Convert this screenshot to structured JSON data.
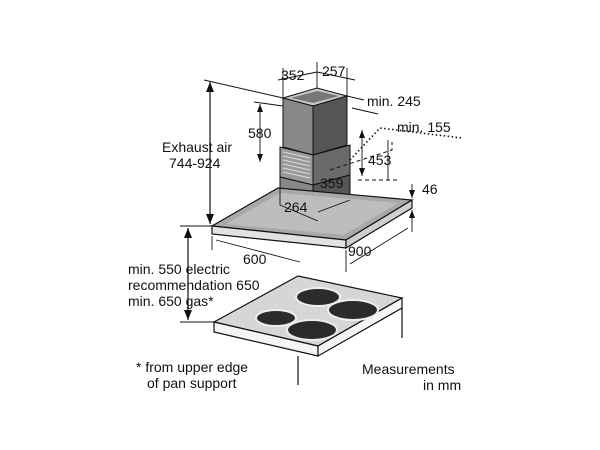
{
  "labels": {
    "chimney_depth": "352",
    "chimney_width": "257",
    "min_245": "min. 245",
    "min_155": "min. 155",
    "exhaust_air_title": "Exhaust air",
    "exhaust_air_range": "744-924",
    "dim_580": "580",
    "dim_453": "453",
    "dim_359": "359",
    "dim_264": "264",
    "dim_46": "46",
    "canopy_width": "900",
    "canopy_depth": "600",
    "min_550_electric": "min. 550 electric",
    "recommendation_650": "recommendation 650",
    "min_650_gas": "min. 650 gas*",
    "footnote_line1": "* from upper edge",
    "footnote_line2": "of pan support",
    "measurements_line1": "Measurements",
    "measurements_line2": "in mm"
  },
  "colors": {
    "steel_dark": "#555555",
    "steel_mid": "#888888",
    "steel_light": "#c9c9c9",
    "hob_top": "#d6d6d6",
    "cooking_zone": "#2b2b2b"
  }
}
